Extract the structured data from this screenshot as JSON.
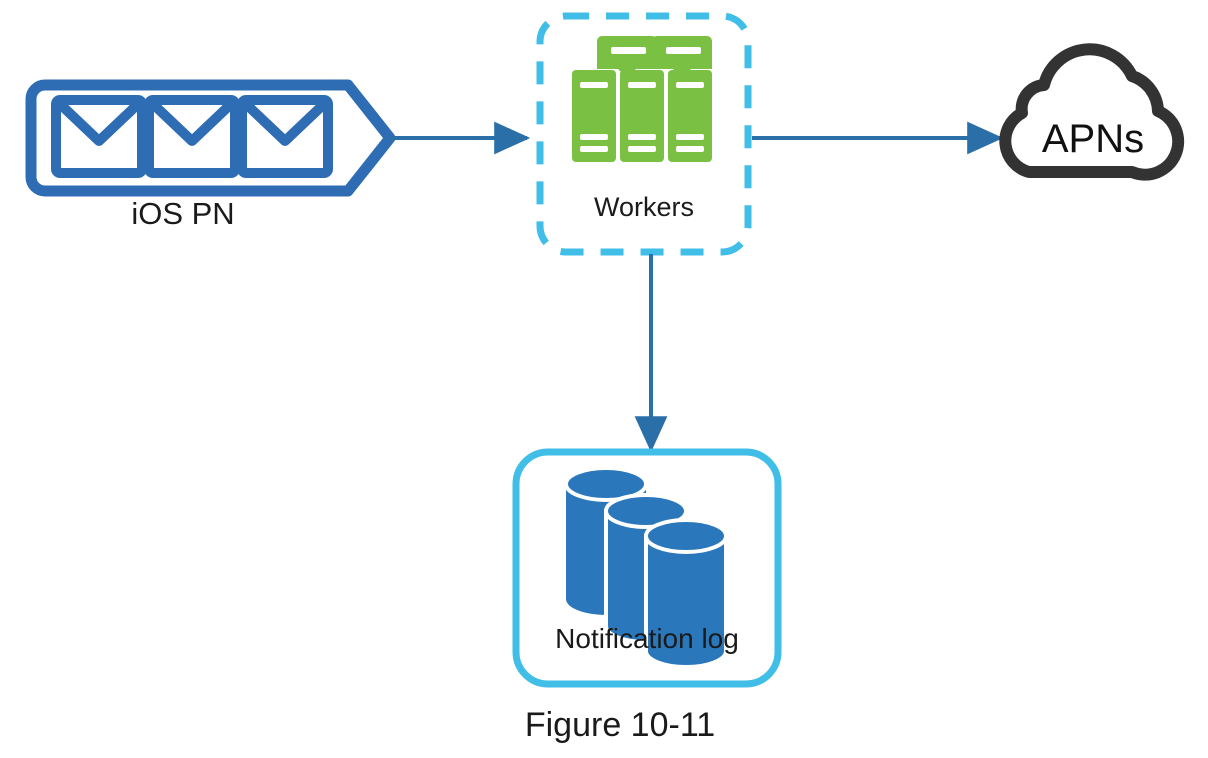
{
  "figure": {
    "caption": "Figure 10-11",
    "background_color": "#ffffff"
  },
  "palette": {
    "envelope_blue": "#2E6DB4",
    "banner_blue": "#2E6DB4",
    "server_green": "#7AC143",
    "cyan_border": "#41BEE8",
    "cylinder_blue": "#2B77BC",
    "cloud_outline": "#333333",
    "arrow_blue": "#2A6FA8",
    "text_color": "#1a1a1a"
  },
  "nodes": {
    "ios_pn": {
      "label": "iOS PN",
      "icon": "envelope-stack-icon",
      "envelope_count": 3,
      "shape": "banner-arrow"
    },
    "workers": {
      "label": "Workers",
      "icon": "server-rack-icon",
      "server_count": 3,
      "top_unit_count": 2,
      "border_style": "dashed",
      "border_color": "#41BEE8"
    },
    "apns": {
      "label": "APNs",
      "icon": "cloud-icon",
      "shape": "cloud"
    },
    "notification_log": {
      "label": "Notification log",
      "icon": "database-stack-icon",
      "cylinder_count": 3,
      "border_style": "solid",
      "border_color": "#41BEE8"
    }
  },
  "edges": [
    {
      "id": "edge-ios-to-workers",
      "from": "iOS PN",
      "to": "Workers",
      "direction": "right",
      "style": "solid-arrow"
    },
    {
      "id": "edge-workers-to-apns",
      "from": "Workers",
      "to": "APNs",
      "direction": "right",
      "style": "solid-arrow"
    },
    {
      "id": "edge-workers-to-log",
      "from": "Workers",
      "to": "Notification log",
      "direction": "down",
      "style": "solid-arrow"
    }
  ]
}
